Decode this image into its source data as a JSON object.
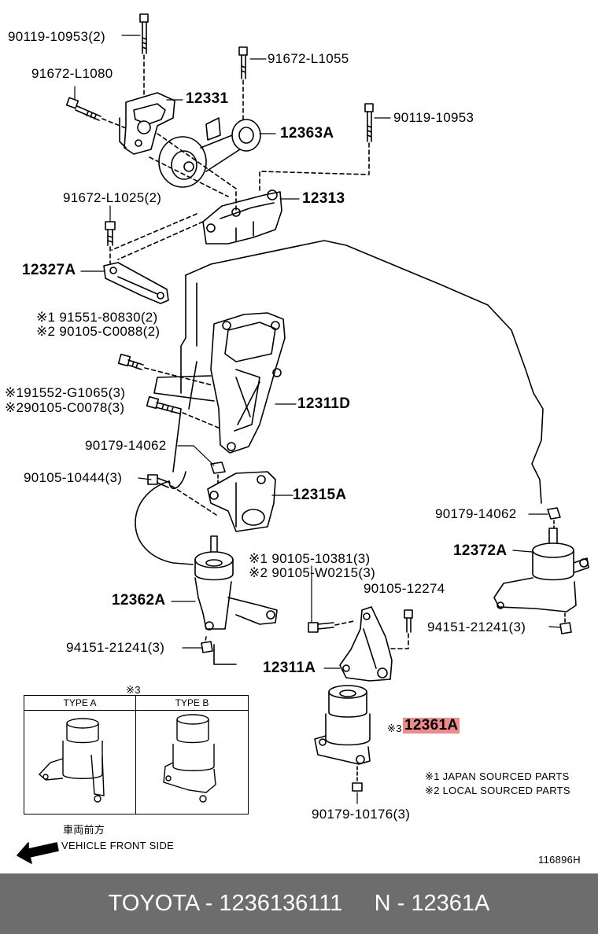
{
  "part_labels": {
    "p90119_10953_2": "90119-10953(2)",
    "p91672_L1055": "91672-L1055",
    "p91672_L1080": "91672-L1080",
    "p12331": "12331",
    "p12363A": "12363A",
    "p90119_10953": "90119-10953",
    "p91672_L1025_2": "91672-L1025(2)",
    "p12313": "12313",
    "p12327A": "12327A",
    "n1_91551_80830": "※1 91551-80830(2)",
    "n2_90105_C0088": "※2 90105-C0088(2)",
    "n1_91552_G1065": "※191552-G1065(3)",
    "n2_90105_C0078": "※290105-C0078(3)",
    "p12311D": "12311D",
    "p90179_14062_a": "90179-14062",
    "p90105_10444": "90105-10444(3)",
    "p12315A": "12315A",
    "p90179_14062_b": "90179-14062",
    "p12372A": "12372A",
    "n1_90105_10381": "※1 90105-10381(3)",
    "n2_90105_W0215": "※2 90105-W0215(3)",
    "p90105_12274": "90105-12274",
    "p12362A": "12362A",
    "p94151_21241_b": "94151-21241(3)",
    "p94151_21241_a": "94151-21241(3)",
    "p12311A": "12311A",
    "n3_prefix": "※3",
    "p12361A": "12361A",
    "p90179_10176": "90179-10176(3)"
  },
  "inset": {
    "marker": "※3",
    "type_a": "TYPE A",
    "type_b": "TYPE B"
  },
  "notes": {
    "note1": "※1 JAPAN SOURCED PARTS",
    "note2": "※2 LOCAL SOURCED PARTS"
  },
  "direction": {
    "jp": "車両前方",
    "en": "VEHICLE FRONT SIDE"
  },
  "diagram_id": "116896H",
  "footer": {
    "text": "TOYOTA - 1236136111     N - 12361A"
  },
  "colors": {
    "highlight": "#f08a8a",
    "footer_bg": "#6d6d6d",
    "footer_text": "#ffffff"
  }
}
